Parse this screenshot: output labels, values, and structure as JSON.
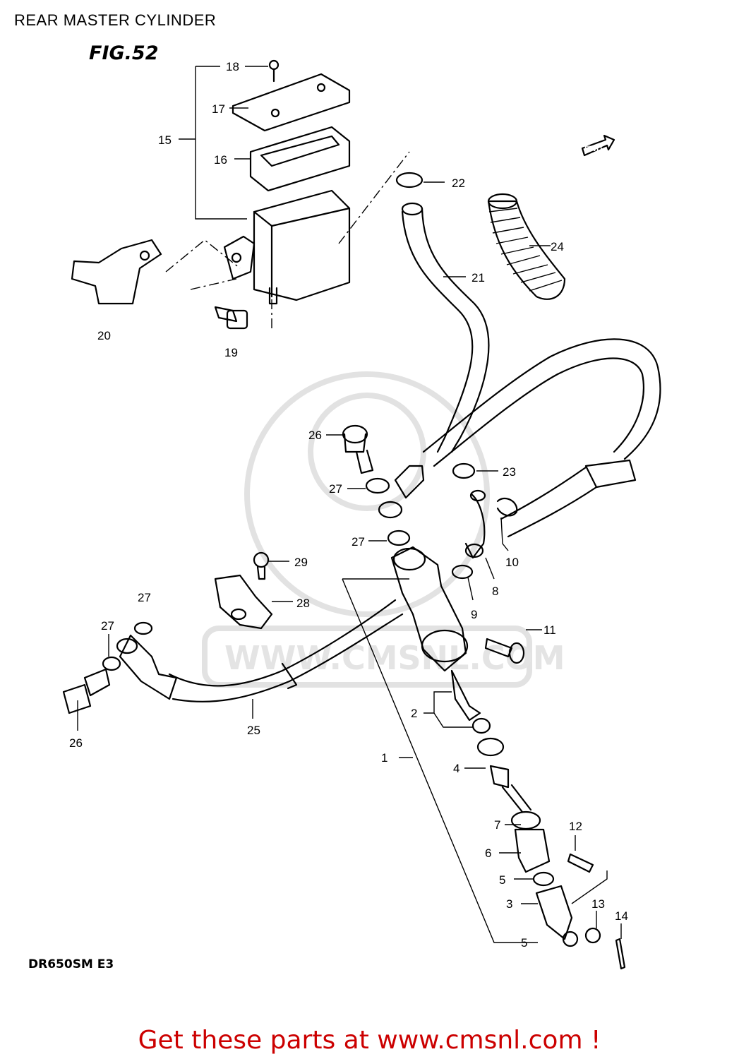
{
  "title": "REAR MASTER CYLINDER",
  "figure": "FIG.52",
  "model": "DR650SM  E3",
  "fwd_label": "FWD",
  "watermark": "WWW.CMSNL.COM",
  "footer": "Get these parts at www.cmsnl.com !",
  "callouts": {
    "c1": "1",
    "c2": "2",
    "c3": "3",
    "c4": "4",
    "c5a": "5",
    "c5b": "5",
    "c6": "6",
    "c7": "7",
    "c8": "8",
    "c9": "9",
    "c10": "10",
    "c11": "11",
    "c12": "12",
    "c13": "13",
    "c14": "14",
    "c15": "15",
    "c16": "16",
    "c17": "17",
    "c18": "18",
    "c19": "19",
    "c20": "20",
    "c21": "21",
    "c22": "22",
    "c23": "23",
    "c24": "24",
    "c25": "25",
    "c26a": "26",
    "c26b": "26",
    "c27a": "27",
    "c27b": "27",
    "c27c": "27",
    "c27d": "27",
    "c28": "28",
    "c29": "29"
  }
}
